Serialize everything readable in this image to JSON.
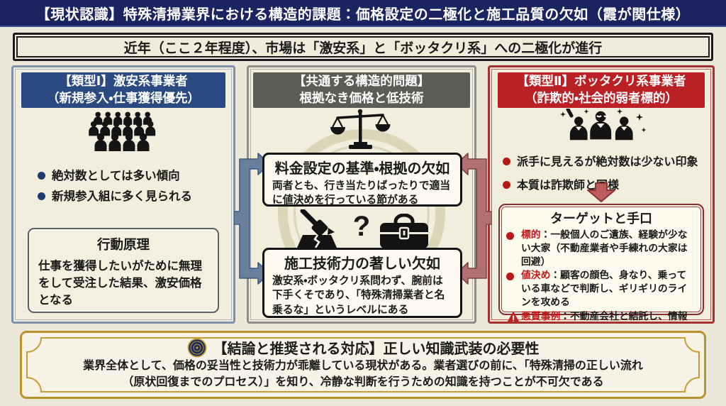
{
  "header": {
    "title": "【現状認識】特殊清掃業界における構造的課題：価格設定の二極化と施工品質の欠如（霞が関仕様）"
  },
  "banner": {
    "text": "近年（ここ２年程度）、市場は「激安系」と「ボッタクリ系」への二極化が進行"
  },
  "left_column": {
    "title_line1": "【類型Ⅰ】激安系事業者",
    "title_line2": "（新規参入・仕事獲得優先）",
    "bullets": [
      "絶対数としては多い傾向",
      "新規参入組に多く見られる"
    ],
    "principle_box": {
      "title": "行動原理",
      "body": "仕事を獲得したいがために無理をして受注した結果、激安価格となる"
    }
  },
  "middle_column": {
    "title_line1": "【共通する構造的問題】",
    "title_line2": "根拠なき価格と低技術",
    "problem1": {
      "title": "料金設定の基準・根拠の欠如",
      "body": "両者とも、行き当たりばったりで適当に値決めを行っている節がある"
    },
    "question_mark": "?",
    "problem2": {
      "title": "施工技術力の著しい欠如",
      "body": "激安系・ボッタクリ系問わず、腕前は下手くそであり、「特殊清掃業者と名乗るな」というレベルにある"
    }
  },
  "right_column": {
    "title_line1": "【類型Ⅱ】ボッタクリ系事業者",
    "title_line2": "（詐欺的・社会的弱者標的）",
    "bullets": [
      "派手に見えるが絶対数は少ない印象",
      "本質は詐欺師と同様"
    ],
    "tactics_box": {
      "title": "ターゲットと手口",
      "items": [
        {
          "label": "標的",
          "text": "：一般個人のご遺族、経験が少ない大家（不動産業者や手練れの大家は回避）"
        },
        {
          "label": "値決め",
          "text": "：顧客の顔色、身なり、乗っている車などで判断し、ギリギリのラインを攻める"
        },
        {
          "label": "悪質事例",
          "text": "：不動産会社と結託し、情報提供と利益山分けを行う輩も存在"
        }
      ]
    }
  },
  "conclusion": {
    "title": "【結論と推奨される対応】正しい知識武装の必要性",
    "body_line1": "業界全体として、価格の妥当性と技術力が乖離している現状がある。業者選びの前に、「特殊清掃の正しい流れ",
    "body_line2": "（原状回復までのプロセス）」を知り、冷静な判断を行うための知識を持つことが不可欠である"
  },
  "icons": {
    "crowd": "crowd-icon",
    "scales": "balance-scale-icon",
    "gavel": "gavel-icon",
    "toolbox": "toolbox-icon",
    "scammers": "scammers-icon",
    "warning": "warning-icon",
    "seal": "gold-seal-icon"
  },
  "colors": {
    "top_bar": "#1b2460",
    "type1_header": "#2b4a82",
    "common_header": "#5d5d58",
    "type2_header": "#ba2024",
    "gold": "#c59d35",
    "blue_arrow": "#5d7ba6",
    "red_arrow": "#bc5c5c",
    "cream": "#f1eedd"
  }
}
